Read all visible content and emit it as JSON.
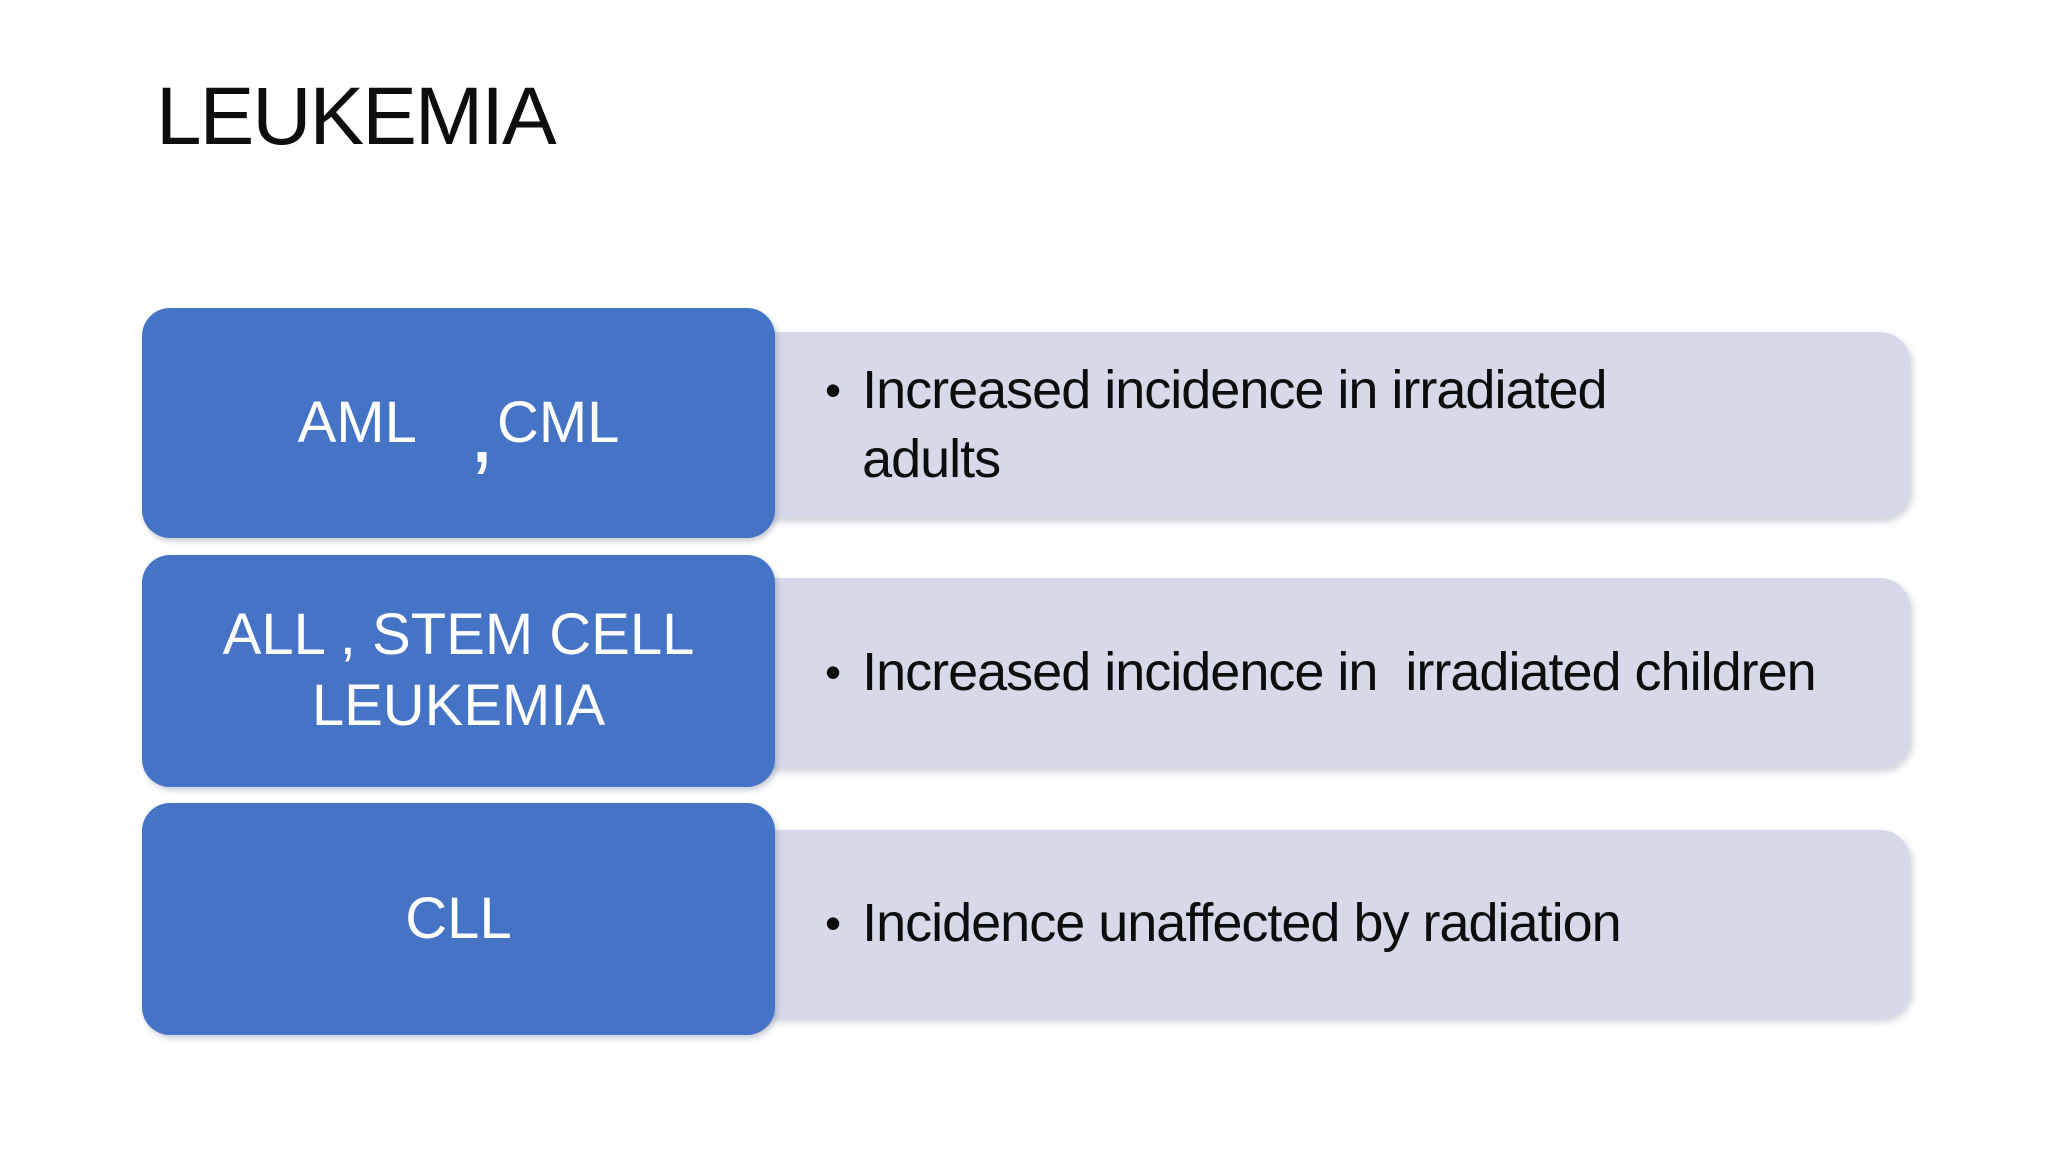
{
  "slide": {
    "title": "LEUKEMIA",
    "colors": {
      "accent_blue": "#4573C5",
      "light_lavender": "#D5D9E9",
      "text_dark": "#0E0E0E",
      "text_white": "#FFFFFF",
      "background": "#FFFFFF"
    },
    "rows": [
      {
        "type_label": {
          "pre": "AML",
          "comma": ",",
          "post": "CML"
        },
        "bullet_glyph": "•",
        "description_lines": [
          "Increased incidence in irradiated",
          "adults"
        ]
      },
      {
        "type_label_lines": [
          "ALL , STEM CELL",
          "LEUKEMIA"
        ],
        "bullet_glyph": "•",
        "description_lines": [
          "Increased incidence in  irradiated children"
        ]
      },
      {
        "type_label": "CLL",
        "bullet_glyph": "•",
        "description_lines": [
          "Incidence unaffected by radiation"
        ]
      }
    ]
  }
}
